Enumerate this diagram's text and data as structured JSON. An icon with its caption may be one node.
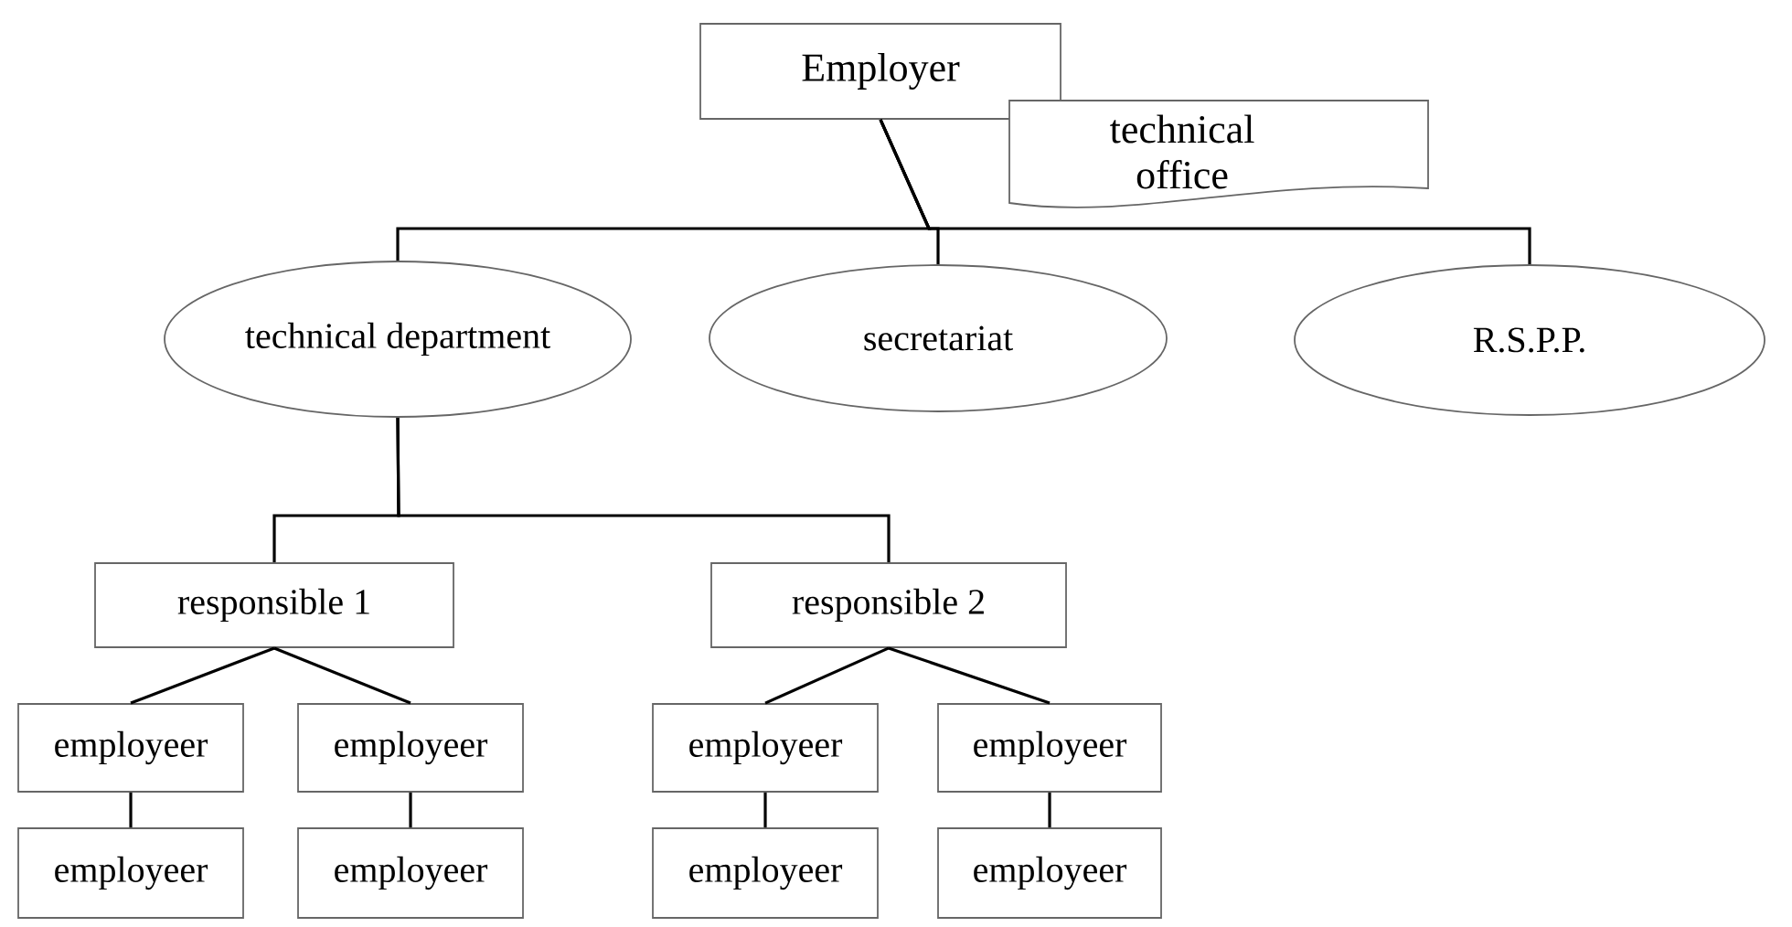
{
  "diagram": {
    "nodes": [
      {
        "text": [
          "Employer"
        ]
      },
      {
        "text": [
          "technical office"
        ]
      },
      {
        "text": [
          "technical department"
        ]
      },
      {
        "text": [
          "secretariat"
        ]
      },
      {
        "text": [
          "R.S.P.P."
        ]
      },
      {
        "text": [
          "responsible 1"
        ]
      },
      {
        "text": [
          "responsible 2"
        ]
      },
      {
        "text": [
          "employeer"
        ]
      },
      {
        "text": [
          "employeer"
        ]
      },
      {
        "text": [
          "employeer"
        ]
      },
      {
        "text": [
          "employeer"
        ]
      },
      {
        "text": [
          "employeer"
        ]
      },
      {
        "text": [
          "employeer"
        ]
      },
      {
        "text": [
          "employeer"
        ]
      },
      {
        "text": [
          "employeer"
        ]
      }
    ],
    "edges": [
      {
        "from": 0,
        "to": 2,
        "arrow": "none"
      },
      {
        "from": 0,
        "to": 3,
        "arrow": "none"
      },
      {
        "from": 0,
        "to": 4,
        "arrow": "none"
      },
      {
        "from": 2,
        "to": 5,
        "arrow": "none"
      },
      {
        "from": 2,
        "to": 6,
        "arrow": "none"
      },
      {
        "from": 5,
        "to": 7,
        "arrow": "none"
      },
      {
        "from": 5,
        "to": 8,
        "arrow": "none"
      },
      {
        "from": 6,
        "to": 9,
        "arrow": "none"
      },
      {
        "from": 6,
        "to": 10,
        "arrow": "none"
      },
      {
        "from": 7,
        "to": 11,
        "arrow": "none"
      },
      {
        "from": 8,
        "to": 12,
        "arrow": "none"
      },
      {
        "from": 9,
        "to": 13,
        "arrow": "none"
      },
      {
        "from": 10,
        "to": 14,
        "arrow": "none"
      }
    ]
  }
}
